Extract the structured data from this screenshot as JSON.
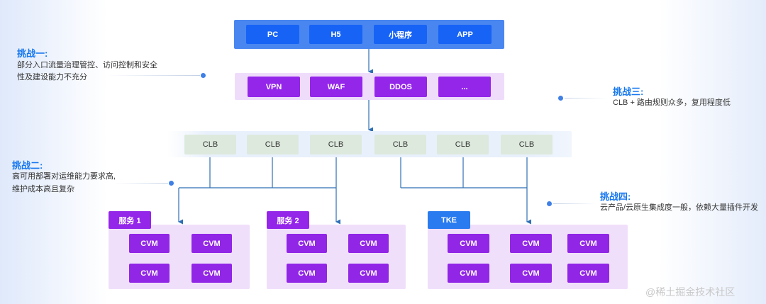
{
  "clients": [
    "PC",
    "H5",
    "小程序",
    "APP"
  ],
  "security": [
    "VPN",
    "WAF",
    "DDOS",
    "..."
  ],
  "clb": [
    "CLB",
    "CLB",
    "CLB",
    "CLB",
    "CLB",
    "CLB"
  ],
  "groups": [
    {
      "label": "服务 1",
      "cvm": [
        "CVM",
        "CVM",
        "CVM",
        "CVM"
      ]
    },
    {
      "label": "服务 2",
      "cvm": [
        "CVM",
        "CVM",
        "CVM",
        "CVM"
      ]
    },
    {
      "label": "TKE",
      "cvm": [
        "CVM",
        "CVM",
        "CVM",
        "CVM",
        "CVM",
        "CVM"
      ]
    }
  ],
  "challenges": [
    {
      "title": "挑战一:",
      "lines": [
        "部分入口流量治理管控、访问控制和安全",
        "性及建设能力不充分"
      ]
    },
    {
      "title": "挑战二:",
      "lines": [
        "高可用部署对运维能力要求高,",
        "维护成本高且复杂"
      ]
    },
    {
      "title": "挑战三:",
      "lines": [
        "CLB + 路由规则众多，复用程度低"
      ]
    },
    {
      "title": "挑战四:",
      "lines": [
        "云产品/云原生集成度一般，依赖大量插件开发"
      ]
    }
  ],
  "watermark": "@稀土掘金技术社区",
  "colors": {
    "client_band": "#4a86f0",
    "client_box": "#1663f6",
    "security_band": "#efdcfb",
    "security_box": "#9426ea",
    "clb_box": "#dde9dc",
    "group_band": "#f0dffb",
    "cvm_box": "#9126e6",
    "tke_tag": "#2a7bef",
    "service_tag": "#9426ea",
    "challenge_title": "#1677ef",
    "line": "#2f6fb5"
  }
}
